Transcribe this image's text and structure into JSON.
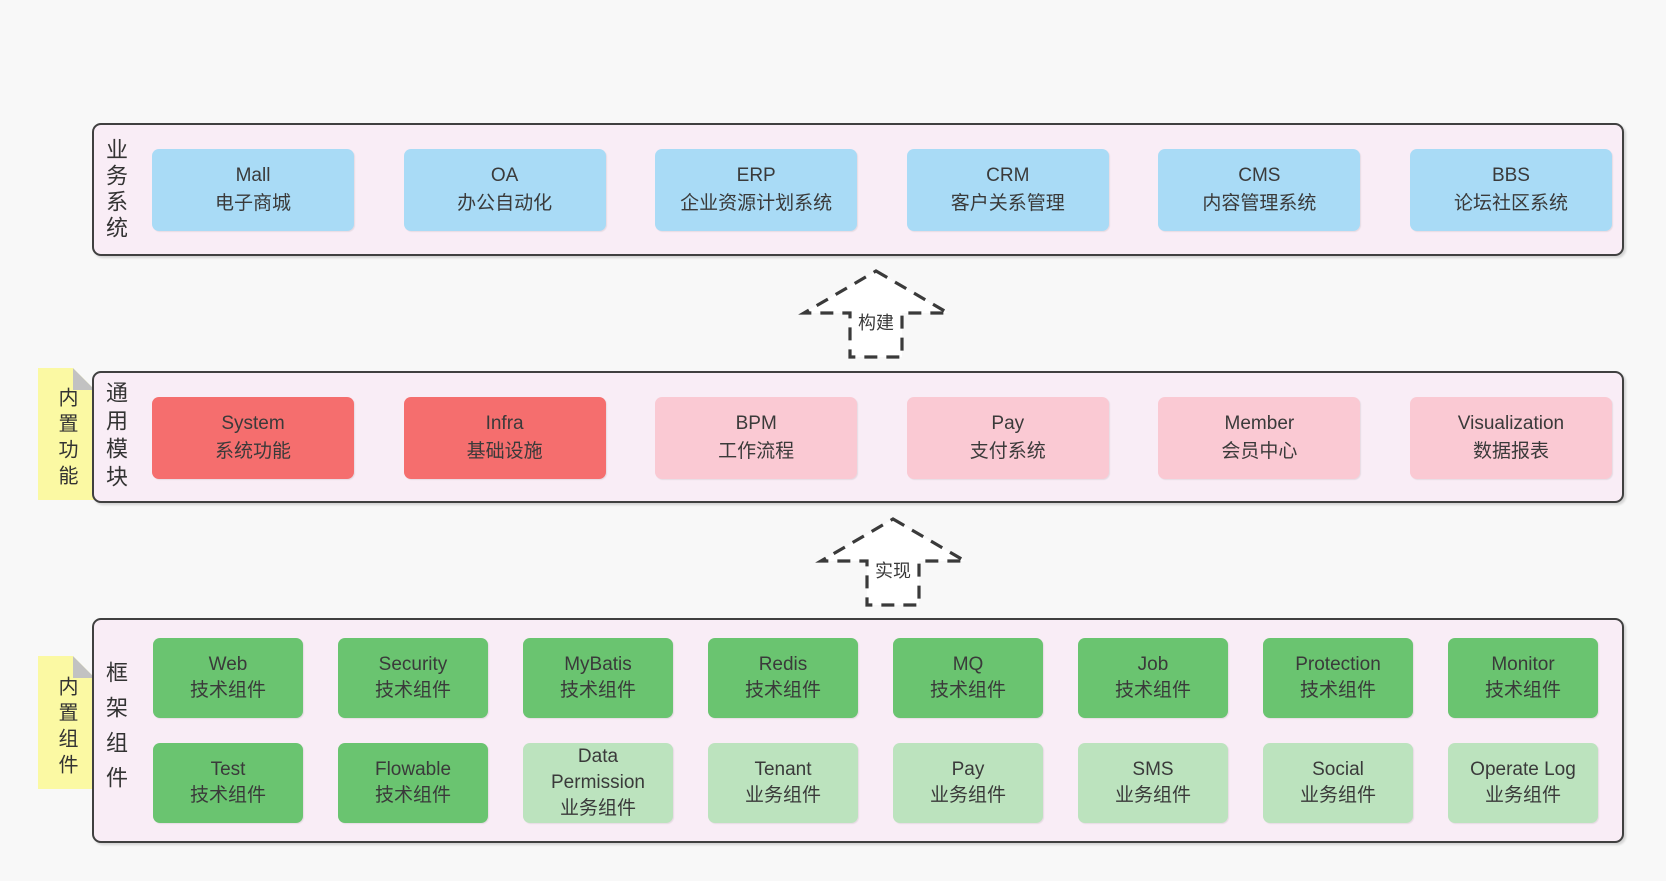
{
  "page": {
    "background": "#f8f8f8"
  },
  "colors": {
    "container_bg": "#f9edf6",
    "container_border": "#404040",
    "blue": "#a9dbf6",
    "red": "#f56e6e",
    "pink": "#fac9d3",
    "green": "#6ac470",
    "lightgreen": "#bce3be",
    "note_yellow": "#fbf9a3",
    "note_fold": "#c2c2c2",
    "text": "#3a3a3a"
  },
  "arrows": [
    {
      "label": "构建"
    },
    {
      "label": "实现"
    }
  ],
  "layers": [
    {
      "id": "business-systems",
      "title": "业务系统",
      "boxes": [
        {
          "name": "Mall",
          "desc": "电子商城",
          "variant": "blue"
        },
        {
          "name": "OA",
          "desc": "办公自动化",
          "variant": "blue"
        },
        {
          "name": "ERP",
          "desc": "企业资源计划系统",
          "variant": "blue"
        },
        {
          "name": "CRM",
          "desc": "客户关系管理",
          "variant": "blue"
        },
        {
          "name": "CMS",
          "desc": "内容管理系统",
          "variant": "blue"
        },
        {
          "name": "BBS",
          "desc": "论坛社区系统",
          "variant": "blue"
        }
      ]
    },
    {
      "id": "common-modules",
      "title": "通用模块",
      "note": "内置功能",
      "boxes": [
        {
          "name": "System",
          "desc": "系统功能",
          "variant": "red"
        },
        {
          "name": "Infra",
          "desc": "基础设施",
          "variant": "red"
        },
        {
          "name": "BPM",
          "desc": "工作流程",
          "variant": "pink"
        },
        {
          "name": "Pay",
          "desc": "支付系统",
          "variant": "pink"
        },
        {
          "name": "Member",
          "desc": "会员中心",
          "variant": "pink"
        },
        {
          "name": "Visualization",
          "desc": "数据报表",
          "variant": "pink"
        }
      ]
    },
    {
      "id": "framework-components",
      "title": "框架组件",
      "note": "内置组件",
      "rows": [
        [
          {
            "name": "Web",
            "desc": "技术组件",
            "variant": "green"
          },
          {
            "name": "Security",
            "desc": "技术组件",
            "variant": "green"
          },
          {
            "name": "MyBatis",
            "desc": "技术组件",
            "variant": "green"
          },
          {
            "name": "Redis",
            "desc": "技术组件",
            "variant": "green"
          },
          {
            "name": "MQ",
            "desc": "技术组件",
            "variant": "green"
          },
          {
            "name": "Job",
            "desc": "技术组件",
            "variant": "green"
          },
          {
            "name": "Protection",
            "desc": "技术组件",
            "variant": "green"
          },
          {
            "name": "Monitor",
            "desc": "技术组件",
            "variant": "green"
          }
        ],
        [
          {
            "name": "Test",
            "desc": "技术组件",
            "variant": "green"
          },
          {
            "name": "Flowable",
            "desc": "技术组件",
            "variant": "green"
          },
          {
            "name": "Data Permission",
            "desc": "业务组件",
            "variant": "lightgreen"
          },
          {
            "name": "Tenant",
            "desc": "业务组件",
            "variant": "lightgreen"
          },
          {
            "name": "Pay",
            "desc": "业务组件",
            "variant": "lightgreen"
          },
          {
            "name": "SMS",
            "desc": "业务组件",
            "variant": "lightgreen"
          },
          {
            "name": "Social",
            "desc": "业务组件",
            "variant": "lightgreen"
          },
          {
            "name": "Operate Log",
            "desc": "业务组件",
            "variant": "lightgreen"
          }
        ]
      ]
    }
  ]
}
